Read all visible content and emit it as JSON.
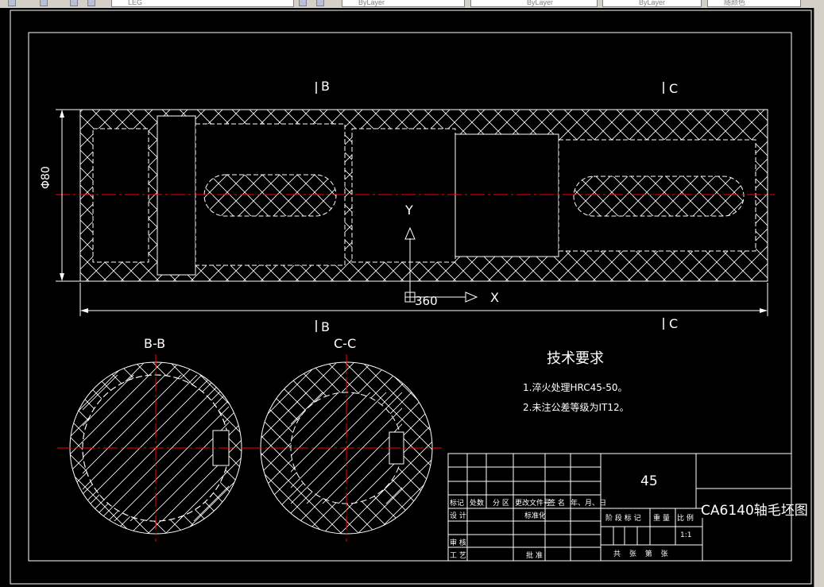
{
  "toolbar": {
    "layer_name": "LEG",
    "color": "ByLayer",
    "linetype": "ByLayer",
    "lineweight": "ByLayer",
    "plotstyle": "随颜色"
  },
  "drawing": {
    "section_marks": {
      "b_top": "B",
      "c_top": "C",
      "b_bottom": "B",
      "c_bottom": "C"
    },
    "dim_diameter": "Φ80",
    "dim_length": "360",
    "ucs": {
      "x": "X",
      "y": "Y"
    },
    "view_bb": "B-B",
    "view_cc": "C-C"
  },
  "tech": {
    "title": "技术要求",
    "items": [
      "1.淬火处理HRC45-50。",
      "2.未注公差等级为IT12。"
    ]
  },
  "title_block": {
    "material": "45",
    "drawing_name": "CA6140轴毛坯图",
    "headers": [
      "标记",
      "处数",
      "分 区",
      "更改文件号",
      "签 名",
      "年、月、日"
    ],
    "design": "设 计",
    "standardize": "标准化",
    "review": "审 核",
    "process": "工 艺",
    "approve": "批 准",
    "stage_mark": "阶 段 标 记",
    "weight": "重 量",
    "scale_label": "比 例",
    "scale": "1:1",
    "sheets": "共  张 第  张"
  },
  "colors": {
    "line": "#ffffff",
    "center": "#ff0000",
    "background": "#000000"
  }
}
